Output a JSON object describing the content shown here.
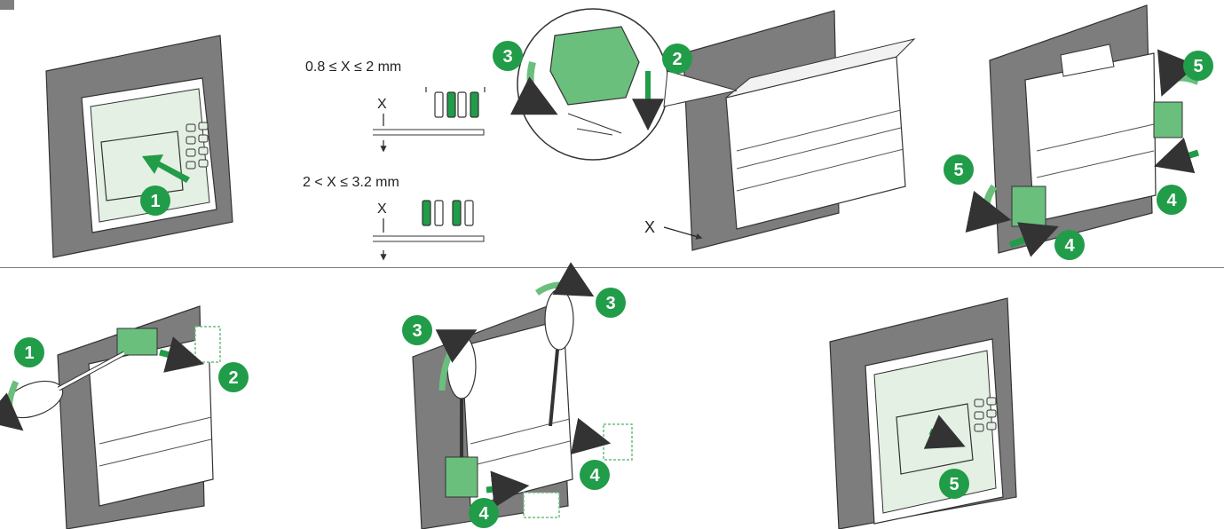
{
  "colors": {
    "green": "#219c48",
    "green_light": "#6abf7d",
    "green_pale": "#d7ecd7",
    "panel": "#7d7d7d",
    "outline": "#333333",
    "device": "#ffffff",
    "device_front": "#e4f0e4"
  },
  "top_row": {
    "panel1": {
      "step": "1"
    },
    "thickness": {
      "range1_label": "0.8 ≤ X ≤ 2 mm",
      "range2_label": "2 < X ≤ 3.2 mm",
      "x_label_1": "X",
      "x_label_2": "X"
    },
    "panel3": {
      "step_a": "3",
      "step_b": "2",
      "x_label": "X"
    },
    "panel4": {
      "step_5a": "5",
      "step_5b": "5",
      "step_4a": "4",
      "step_4b": "4"
    }
  },
  "bottom_row": {
    "panel1": {
      "step_1": "1",
      "step_2": "2"
    },
    "panel2": {
      "step_3a": "3",
      "step_3b": "3",
      "step_4a": "4",
      "step_4b": "4"
    },
    "panel3": {
      "step": "5"
    }
  },
  "icons": [
    "push-arrow-icon",
    "screwdriver-icon",
    "rotate-arrow-icon",
    "clip-icon"
  ]
}
